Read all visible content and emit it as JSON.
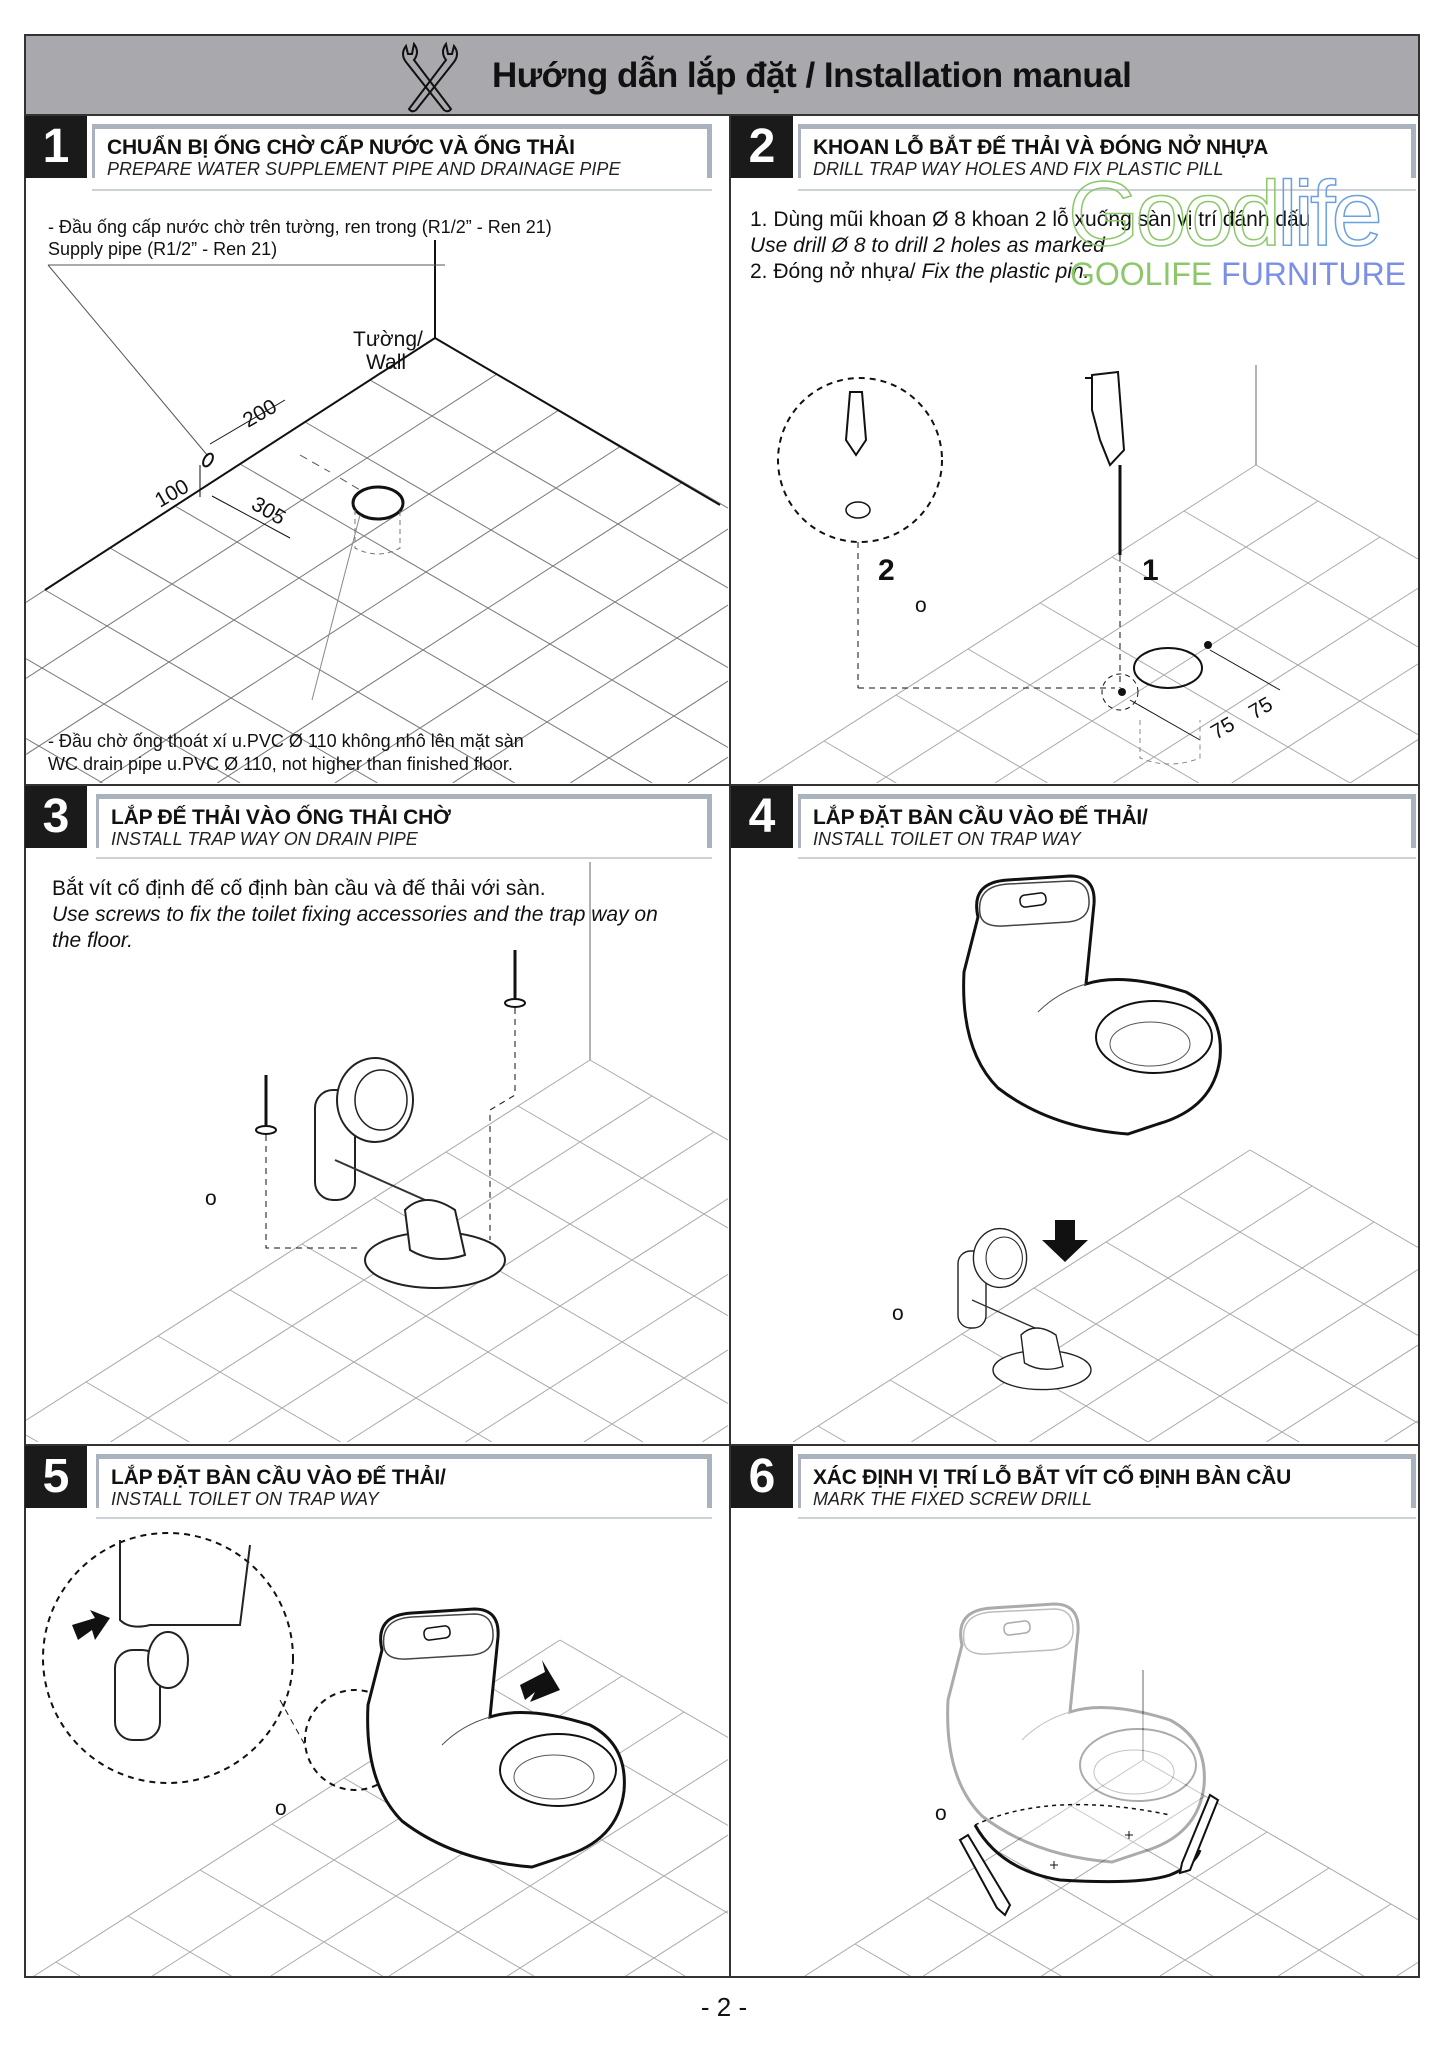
{
  "header": {
    "title": "Hướng dẫn lắp đặt / Installation manual",
    "icon": "wrench-icon"
  },
  "steps": [
    {
      "number": "1",
      "title": "CHUẨN BỊ ỐNG CHỜ CẤP NƯỚC VÀ ỐNG THẢI",
      "subtitle": "PREPARE WATER SUPPLEMENT PIPE AND DRAINAGE PIPE",
      "note_top_vi": "- Đầu ống cấp nước chờ trên tường, ren trong (R1/2” - Ren 21)",
      "note_top_en": "Supply pipe (R1/2” - Ren 21)",
      "wall_label_vi": "Tường/",
      "wall_label_en": "Wall",
      "dims": [
        "200",
        "100",
        "305"
      ],
      "note_bottom_vi": "- Đầu chờ ống thoát xí u.PVC Ø  110 không nhô lên mặt sàn",
      "note_bottom_en": "WC drain pipe u.PVC Ø  110, not higher than finished floor."
    },
    {
      "number": "2",
      "title": "KHOAN LỖ BẮT ĐẾ THẢI VÀ ĐÓNG NỞ NHỰA",
      "subtitle": "DRILL TRAP WAY HOLES AND FIX PLASTIC PILL",
      "line1_vi": "1. Dùng mũi khoan Ø  8 khoan 2 lỗ xuống sàn vị trí đánh dấu",
      "line1_en": "Use drill Ø  8 to drill 2 holes as marked",
      "line2_vi": "2. Đóng nở nhựa/ ",
      "line2_en": "Fix the plastic pin.",
      "callouts": [
        "2",
        "1"
      ],
      "dims": [
        "75",
        "75"
      ]
    },
    {
      "number": "3",
      "title": "LẮP ĐẾ THẢI VÀO ỐNG THẢI CHỜ",
      "subtitle": "INSTALL TRAP WAY ON DRAIN PIPE",
      "body_vi": "Bắt vít cố định đế cố định bàn cầu và đế thải với sàn.",
      "body_en_1": "Use screws to fix the toilet fixing accessories and the trap way on",
      "body_en_2": "the floor."
    },
    {
      "number": "4",
      "title": "LẮP ĐẶT BÀN CẦU VÀO ĐẾ THẢI/",
      "subtitle": "INSTALL TOILET ON TRAP WAY"
    },
    {
      "number": "5",
      "title": "LẮP ĐẶT BÀN CẦU VÀO ĐẾ THẢI/",
      "subtitle": "INSTALL TOILET ON TRAP WAY"
    },
    {
      "number": "6",
      "title": "XÁC ĐỊNH VỊ TRÍ LỖ BẮT VÍT CỐ ĐỊNH BÀN CẦU",
      "subtitle": "MARK THE FIXED SCREW DRILL"
    }
  ],
  "watermark": {
    "logo": "Goodlife",
    "brand_1": "GOOLIFE",
    "brand_2": "FURNITURE",
    "green": "#8cc86a",
    "blue": "#7b8fe6"
  },
  "page_number": "- 2 -"
}
